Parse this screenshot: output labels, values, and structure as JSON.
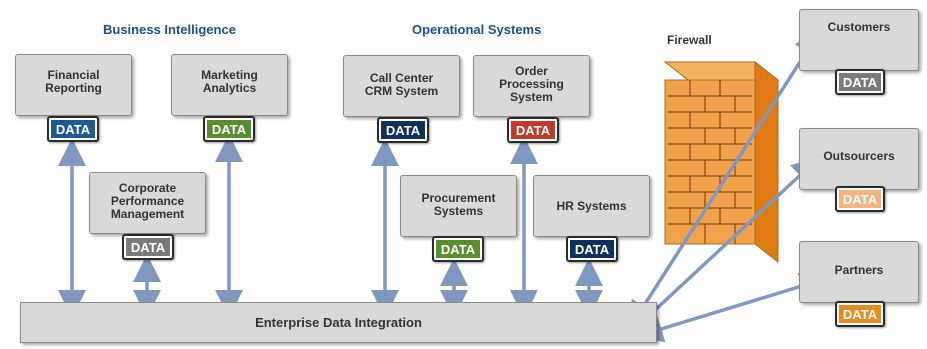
{
  "headings": {
    "business_intelligence": "Business Intelligence",
    "operational_systems": "Operational Systems",
    "firewall": "Firewall"
  },
  "data_label": "DATA",
  "systems": {
    "financial_reporting": "Financial\nReporting",
    "marketing_analytics": "Marketing\nAnalytics",
    "corporate_performance": "Corporate\nPerformance\nManagement",
    "call_center": "Call Center\nCRM System",
    "order_processing": "Order\nProcessing\nSystem",
    "procurement": "Procurement\nSystems",
    "hr_systems": "HR Systems",
    "customers": "Customers",
    "outsourcers": "Outsourcers",
    "partners": "Partners"
  },
  "integration_bar": "Enterprise Data Integration",
  "colors": {
    "blue": "#1e5a96",
    "green": "#5a8f2e",
    "gray": "#7a7a7a",
    "navy": "#10305e",
    "red": "#c0392b",
    "light_orange": "#f2b47c",
    "orange": "#e88a22",
    "arrow": "#8098c0",
    "heading": "#1f4e8c"
  }
}
